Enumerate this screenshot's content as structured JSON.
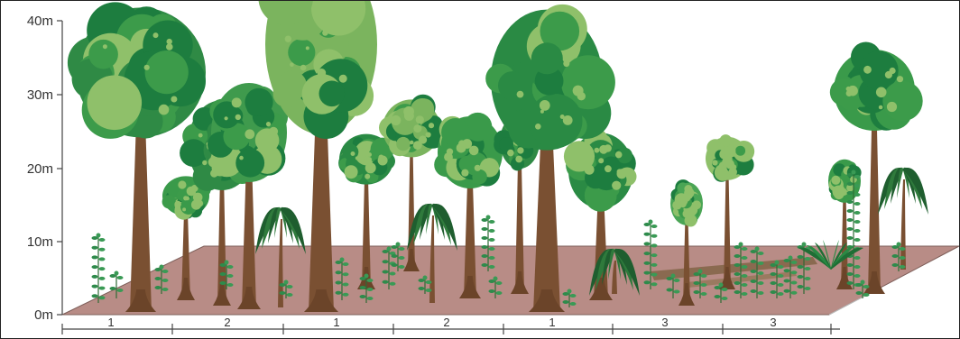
{
  "y_axis": {
    "ticks": [
      "40m",
      "30m",
      "20m",
      "10m",
      "0m"
    ],
    "values": [
      40,
      30,
      20,
      10,
      0
    ]
  },
  "segments": {
    "labels": [
      "1",
      "2",
      "1",
      "2",
      "1",
      "3",
      "3"
    ]
  },
  "colors": {
    "ground": "#b88c86",
    "ground_edge": "#7e5f5a",
    "trunk": "#7a5032",
    "canopy_dark": "#1d7d3f",
    "canopy_mid": "#3c9b4a",
    "canopy_light": "#8fc06a",
    "palm": "#1f5e2f",
    "axis": "#444444"
  },
  "icons": {
    "tree": "tree-icon",
    "palm": "palm-icon",
    "sapling": "sapling-icon",
    "log": "fallen-log-icon"
  }
}
